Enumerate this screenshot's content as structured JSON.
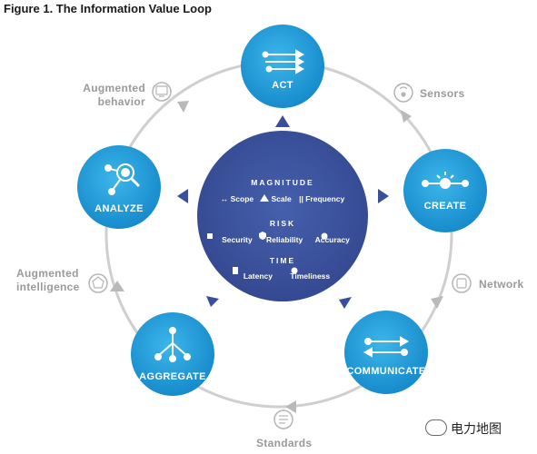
{
  "title": "Figure 1. The Information Value Loop",
  "nodes": {
    "act": "ACT",
    "create": "CREATE",
    "communicate": "COMMUNICATE",
    "aggregate": "AGGREGATE",
    "analyze": "ANALYZE"
  },
  "connectors": {
    "sensors": "Sensors",
    "network": "Network",
    "standards": "Standards",
    "augmented_intelligence_1": "Augmented",
    "augmented_intelligence_2": "intelligence",
    "augmented_behavior_1": "Augmented",
    "augmented_behavior_2": "behavior"
  },
  "center": {
    "magnitude": "MAGNITUDE",
    "scope": "Scope",
    "scale": "Scale",
    "frequency": "Frequency",
    "risk": "RISK",
    "security": "Security",
    "reliability": "Reliability",
    "accuracy": "Accuracy",
    "time": "TIME",
    "latency": "Latency",
    "timeliness": "Timeliness"
  },
  "watermark": "电力地图",
  "colors": {
    "node_blue": "#1f9ad6",
    "center_blue": "#3a4f9c",
    "ring_grey": "#c7c7c7",
    "label_grey": "#9a9a9a"
  }
}
